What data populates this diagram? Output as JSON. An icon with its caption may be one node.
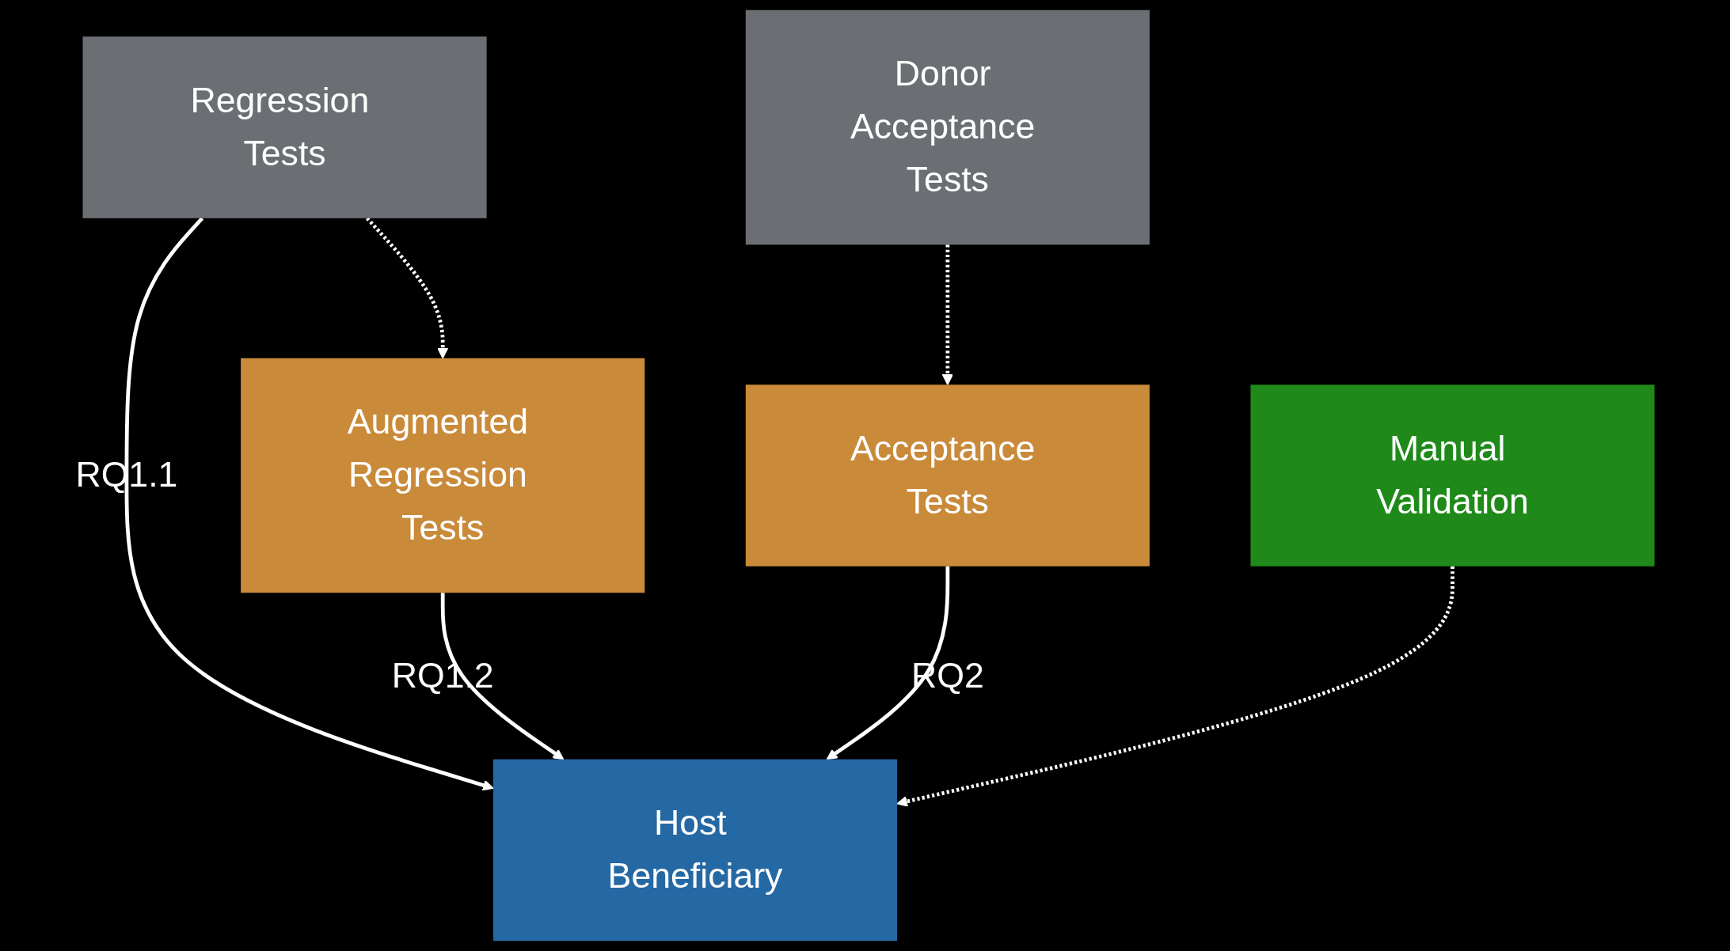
{
  "diagram": {
    "nodes": [
      {
        "text": [
          "Regression Tests"
        ]
      },
      {
        "text": [
          "Donor Acceptance Tests"
        ]
      },
      {
        "text": [
          "Augmented Regression Tests"
        ]
      },
      {
        "text": [
          "Acceptance Tests"
        ]
      },
      {
        "text": [
          "Host Beneficiary"
        ]
      },
      {
        "text": [
          "Manual Validation"
        ]
      }
    ],
    "edges": [
      {
        "from": 0,
        "to": 2,
        "arrow": "to",
        "style": "dashed"
      },
      {
        "from": 1,
        "to": 3,
        "arrow": "to",
        "style": "dashed"
      },
      {
        "from": 0,
        "to": 4,
        "arrow": "to",
        "label": "RQ1.1"
      },
      {
        "from": 2,
        "to": 4,
        "arrow": "to",
        "label": "RQ1.2"
      },
      {
        "from": 3,
        "to": 4,
        "arrow": "to",
        "label": "RQ2"
      },
      {
        "from": 5,
        "to": 4,
        "arrow": "to",
        "style": "dashed"
      }
    ]
  }
}
